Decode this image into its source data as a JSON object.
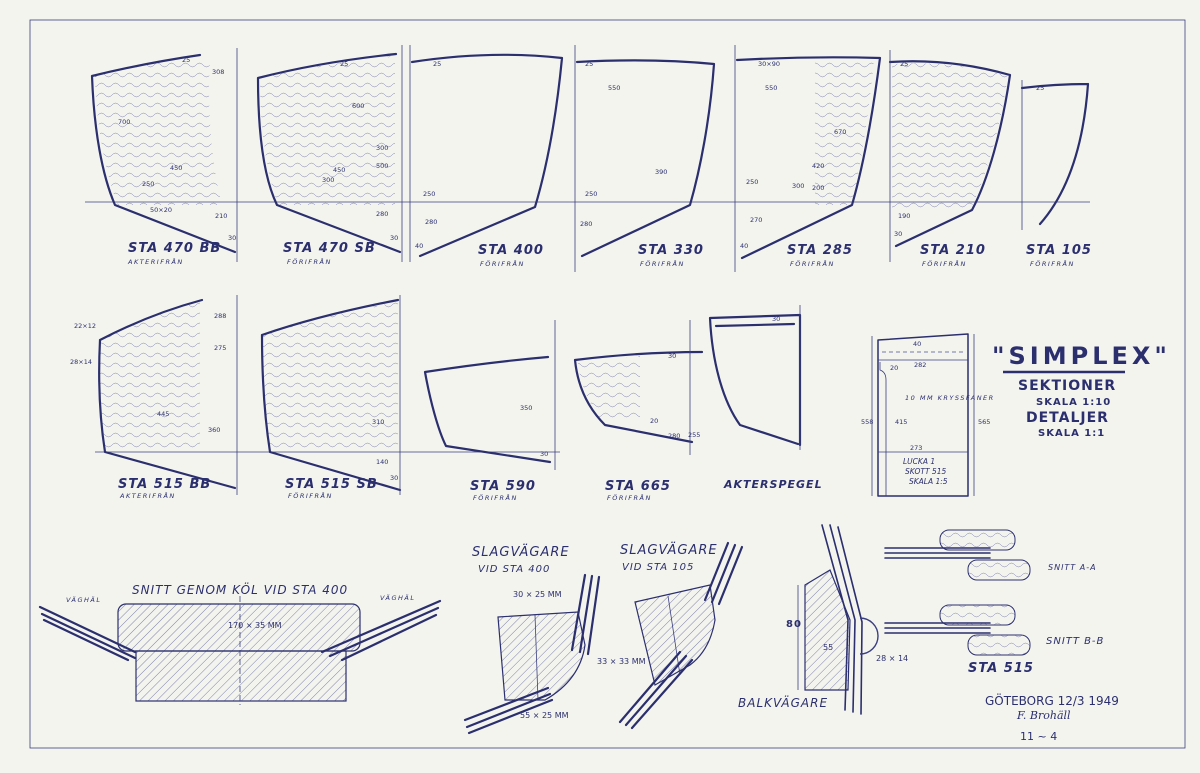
{
  "title": {
    "name": "\"SIMPLEX\"",
    "line1": "SEKTIONER",
    "line2": "SKALA 1:10",
    "line3": "DETALJER",
    "line4": "SKALA 1:1"
  },
  "sections_top": [
    {
      "label": "STA 470 BB",
      "view": "AKTERIFRÅN",
      "dims": [
        "25",
        "308",
        "700",
        "450",
        "250",
        "50×20",
        "210",
        "30"
      ]
    },
    {
      "label": "STA 470 SB",
      "view": "FÖRIFRÅN",
      "dims": [
        "25",
        "600",
        "300",
        "500",
        "450",
        "300",
        "280",
        "30"
      ]
    },
    {
      "label": "STA 400",
      "view": "FÖRIFRÅN",
      "dims": [
        "25",
        "250",
        "280",
        "40"
      ]
    },
    {
      "label": "STA 330",
      "view": "FÖRIFRÅN",
      "dims": [
        "25",
        "550",
        "390",
        "250",
        "280"
      ]
    },
    {
      "label": "STA 285",
      "view": "FÖRIFRÅN",
      "dims": [
        "30×90",
        "550",
        "670",
        "420",
        "300",
        "200",
        "250",
        "270",
        "40"
      ]
    },
    {
      "label": "STA 210",
      "view": "FÖRIFRÅN",
      "dims": [
        "25",
        "190",
        "30"
      ]
    },
    {
      "label": "STA 105",
      "view": "FÖRIFRÅN",
      "dims": [
        "25"
      ]
    }
  ],
  "sections_bottom": [
    {
      "label": "STA 515 BB",
      "view": "AKTERIFRÅN",
      "dims": [
        "22×12",
        "28×14",
        "288",
        "275",
        "445",
        "360"
      ]
    },
    {
      "label": "STA 515 SB",
      "view": "FÖRIFRÅN",
      "dims": [
        "310",
        "140",
        "30"
      ]
    },
    {
      "label": "STA 590",
      "view": "FÖRIFRÅN",
      "dims": [
        "350",
        "30"
      ]
    },
    {
      "label": "STA 665",
      "view": "FÖRIFRÅN",
      "dims": [
        "30",
        "20",
        "280",
        "255"
      ]
    },
    {
      "label": "AKTERSPEGEL",
      "view": "",
      "dims": [
        "30"
      ]
    }
  ],
  "hatch_detail": {
    "dims": [
      "40",
      "282",
      "20",
      "415",
      "558",
      "565",
      "273"
    ],
    "material": "10 MM KRYSSFANER",
    "caption1": "LUCKA 1",
    "caption2": "SKOTT 515",
    "caption3": "SKALA 1:5"
  },
  "keel_detail": {
    "title": "SNITT GENOM KÖL VID STA 400",
    "left_label": "VÄGHÄL",
    "right_label": "VÄGHÄL",
    "size": "170 × 35 MM"
  },
  "slag_400": {
    "title": "SLAGVÄGARE",
    "sub": "VID STA 400",
    "dim1": "30 × 25 MM",
    "dim2": "55 × 25 MM",
    "dim3": "33 × 33 MM"
  },
  "slag_105": {
    "title": "SLAGVÄGARE",
    "sub": "VID STA 105"
  },
  "balk": {
    "title": "BALKVÄGARE",
    "dim1": "80",
    "dim2": "55",
    "dim3": "28 × 14"
  },
  "snitt": {
    "aa": "SNITT A-A",
    "bb": "SNITT B-B",
    "station": "STA 515"
  },
  "footer": {
    "place_date": "GÖTEBORG 12/3 1949",
    "signature": "F. Brohäll",
    "sheet": "11 ~ 4"
  },
  "colors": {
    "ink": "#2b2f6e",
    "paper": "#f4f4ef"
  }
}
